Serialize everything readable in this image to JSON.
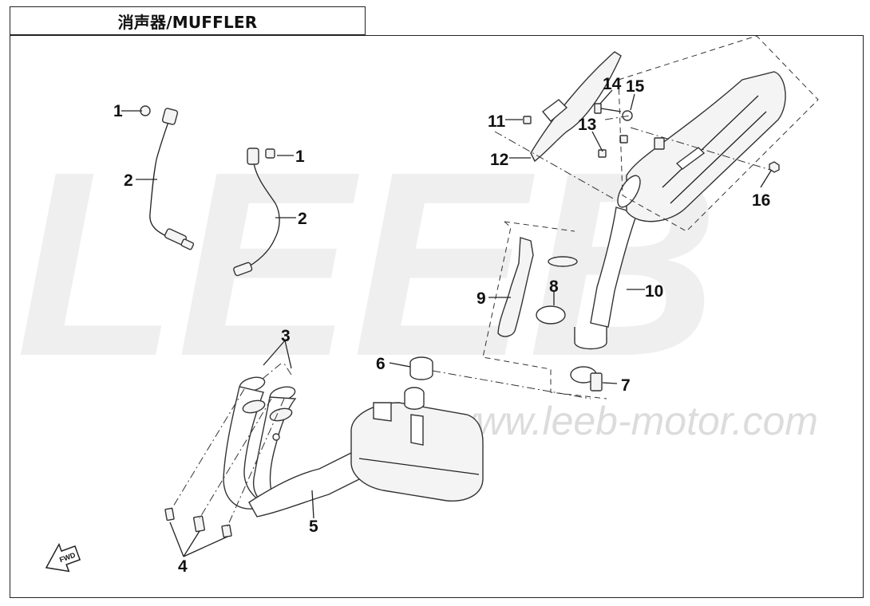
{
  "title": "消声器/MUFFLER",
  "watermark_brand": "LEEB",
  "watermark_url": "www.leeb-motor.com",
  "fwd_label": "FWD",
  "callouts": [
    "1",
    "1",
    "2",
    "2",
    "3",
    "4",
    "5",
    "6",
    "7",
    "8",
    "9",
    "10",
    "11",
    "12",
    "13",
    "14",
    "15",
    "16"
  ]
}
